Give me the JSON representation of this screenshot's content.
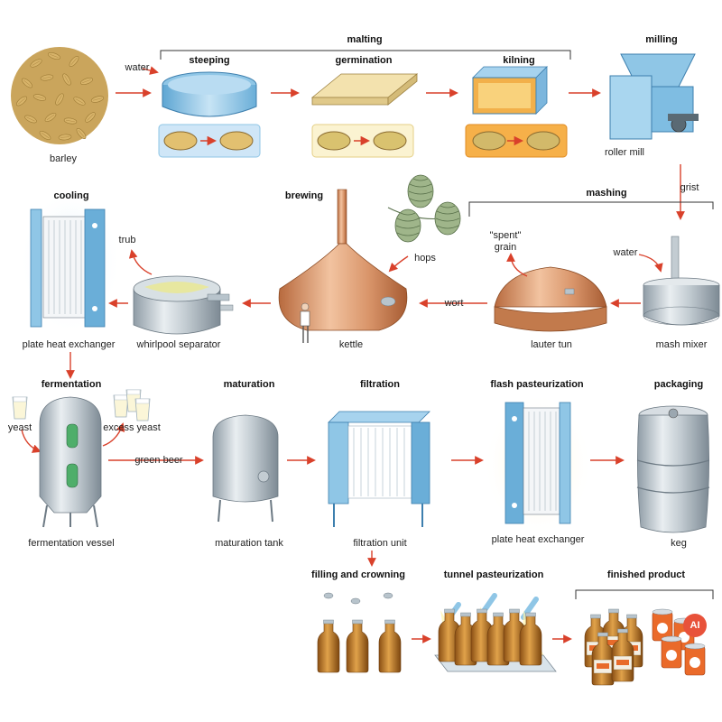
{
  "headers": {
    "malting": "malting",
    "milling": "milling",
    "steeping": "steeping",
    "germination": "germination",
    "kilning": "kilning",
    "cooling": "cooling",
    "brewing": "brewing",
    "mashing": "mashing",
    "fermentation": "fermentation",
    "maturation": "maturation",
    "filtration": "filtration",
    "flash_pasteurization": "flash pasteurization",
    "packaging": "packaging",
    "filling_and_crowning": "filling and crowning",
    "tunnel_pasteurization": "tunnel pasteurization",
    "finished_product": "finished product"
  },
  "labels": {
    "barley": "barley",
    "water_1": "water",
    "roller_mill": "roller mill",
    "grist": "grist",
    "spent_grain": "\"spent\"\ngrain",
    "water_2": "water",
    "hops": "hops",
    "wort": "wort",
    "trub": "trub",
    "plate_heat_exchanger_1": "plate heat exchanger",
    "whirlpool_separator": "whirlpool separator",
    "kettle": "kettle",
    "lauter_tun": "lauter tun",
    "mash_mixer": "mash mixer",
    "yeast": "yeast",
    "excess_yeast": "excess yeast",
    "green_beer": "green beer",
    "fermentation_vessel": "fermentation vessel",
    "maturation_tank": "maturation tank",
    "filtration_unit": "filtration unit",
    "plate_heat_exchanger_2": "plate heat exchanger",
    "keg": "keg"
  },
  "badge": "AI",
  "colors": {
    "arrow": "#d9412b",
    "steel": "#b8c4cc",
    "copper": "#d9956a",
    "glass_blue": "#8fc6e6",
    "beer_amber": "#c7862c",
    "barley": "#d8b46a",
    "hops_green": "#9fb58a",
    "can_orange": "#ea6a2a"
  },
  "icons": [
    "barley-grain-pile-icon",
    "steeping-tank-icon",
    "germination-tray-icon",
    "kiln-icon",
    "roller-mill-icon",
    "hops-icon",
    "kettle-icon",
    "lauter-tun-icon",
    "mash-mixer-icon",
    "whirlpool-separator-icon",
    "plate-heat-exchanger-icon",
    "fermentation-vessel-icon",
    "maturation-tank-icon",
    "filtration-unit-icon",
    "keg-icon",
    "beer-bottle-icon",
    "beer-can-icon",
    "yeast-glass-icon",
    "brewer-figure-icon"
  ]
}
